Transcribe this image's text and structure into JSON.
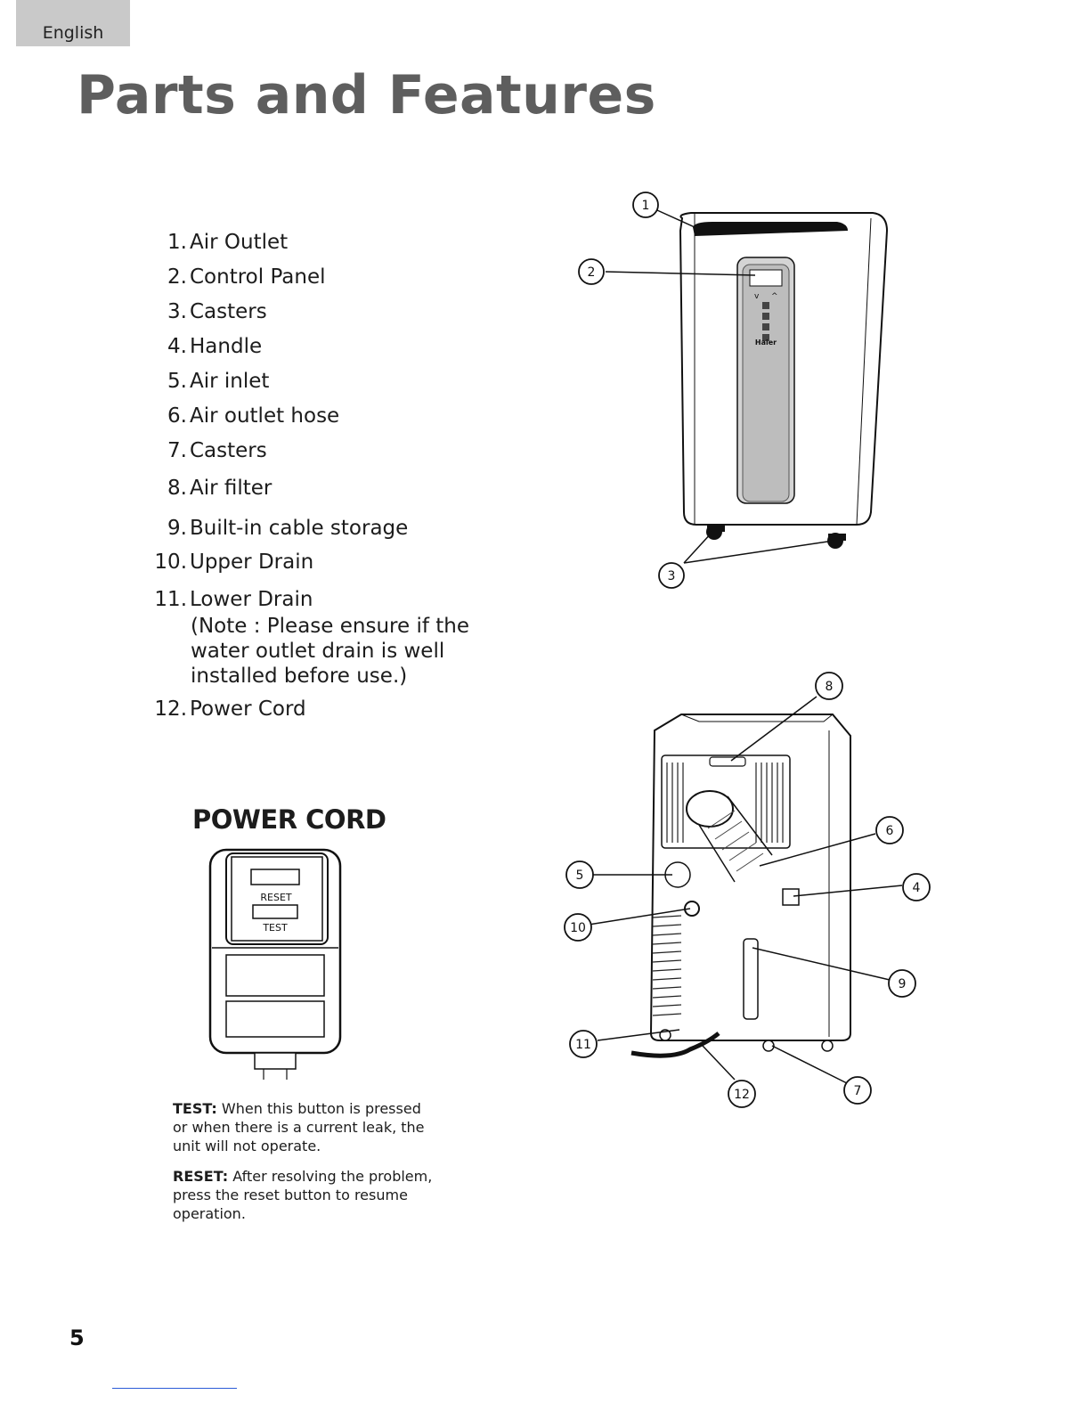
{
  "language_tab": "English",
  "title": "Parts and Features",
  "parts": [
    {
      "num": "1.",
      "label": "Air Outlet"
    },
    {
      "num": "2.",
      "label": "Control Panel"
    },
    {
      "num": "3.",
      "label": "Casters"
    },
    {
      "num": "4.",
      "label": "Handle"
    },
    {
      "num": "5.",
      "label": "Air inlet"
    },
    {
      "num": "6.",
      "label": "Air outlet hose"
    },
    {
      "num": "7.",
      "label": "Casters"
    },
    {
      "num": "8.",
      "label": "Air filter"
    },
    {
      "num": "9.",
      "label": "Built-in cable storage"
    },
    {
      "num": "10.",
      "label": "Upper Drain"
    },
    {
      "num": "11.",
      "label": "Lower Drain"
    },
    {
      "num": "12.",
      "label": "Power Cord"
    }
  ],
  "lower_drain_note": "(Note : Please ensure if the water outlet drain is well installed before use.)",
  "power_cord": {
    "heading": "POWER CORD",
    "reset_label": "RESET",
    "test_label": "TEST",
    "test_term": "TEST:",
    "test_text": "When this button is pressed or when there is a current leak, the unit will not operate.",
    "reset_term": "RESET:",
    "reset_text": "After resolving the problem, press the reset button to resume operation."
  },
  "front_view": {
    "brand": "Haier",
    "callouts": [
      "1",
      "2",
      "3"
    ]
  },
  "rear_view": {
    "callouts": [
      "8",
      "6",
      "5",
      "4",
      "10",
      "9",
      "11",
      "12",
      "7"
    ]
  },
  "page_number": "5"
}
